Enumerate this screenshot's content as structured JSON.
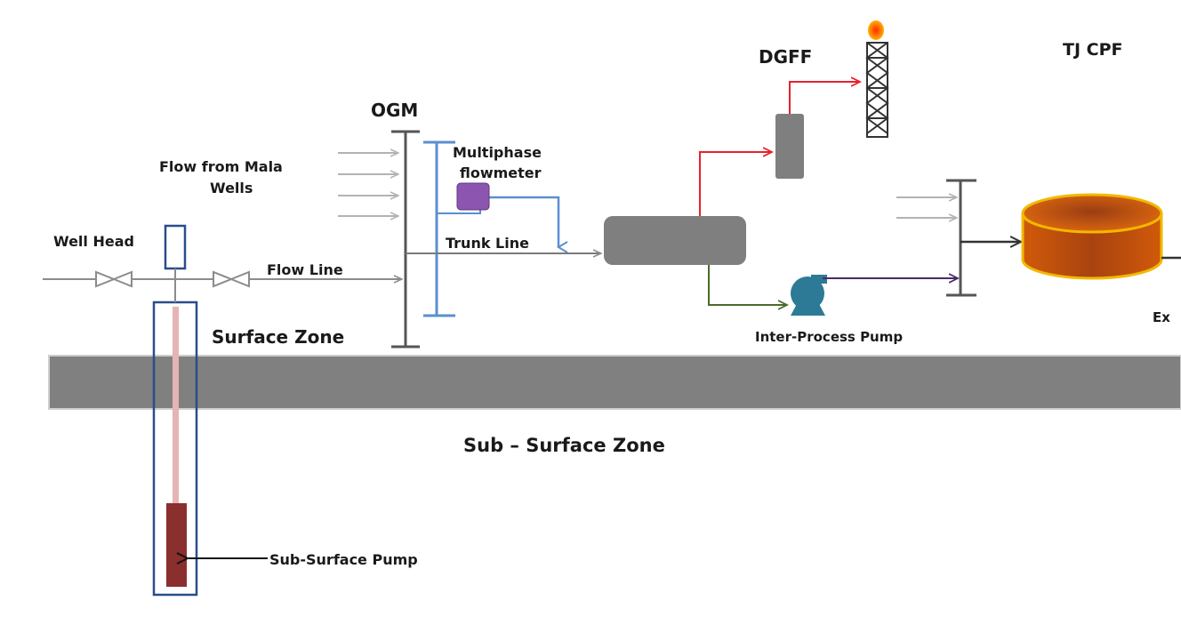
{
  "labels": {
    "dgff": "DGFF",
    "tj_cpf": "TJ CPF",
    "ogm": "OGM",
    "multiphase_flowmeter_line1": "Multiphase",
    "multiphase_flowmeter_line2": "flowmeter",
    "flow_from_mala_wells_line1": "Flow from Mala",
    "flow_from_mala_wells_line2": "Wells",
    "well_head": "Well Head",
    "trunk_line": "Trunk Line",
    "flow_line": "Flow Line",
    "surface_zone": "Surface Zone",
    "inter_process_pump": "Inter-Process Pump",
    "truncated_label": "Ex",
    "sub_surface_zone": "Sub – Surface Zone",
    "sub_surface_pump": "Sub-Surface Pump"
  },
  "colors": {
    "gas_line": "#e8212b",
    "multiphase_line": "#5b8fcf",
    "liquid_line": "#4a6b2a",
    "pump_discharge": "#4b2a6a",
    "equipment_gray": "#7f7f7f",
    "ground": "#808080",
    "tank": "#d4600a",
    "pump": "#2d7a96",
    "flowmeter": "#8b55b0",
    "well_outline": "#2a4d8a",
    "sub_surface_pump": "#8b2e2e"
  },
  "icons": [
    "flare-stack-icon",
    "storage-tank-icon",
    "pump-icon",
    "valve-icon",
    "flowmeter-icon",
    "well-head-icon",
    "sub-surface-pump-icon"
  ]
}
